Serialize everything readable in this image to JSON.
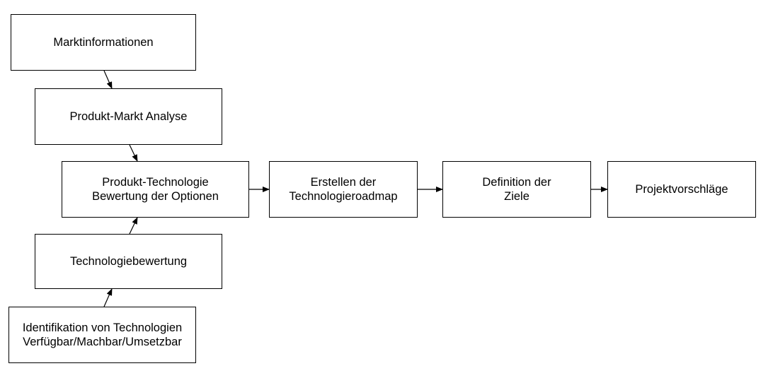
{
  "diagram": {
    "nodes": [
      {
        "id": "b1",
        "label": "Marktinformationen"
      },
      {
        "id": "b2",
        "label": "Produkt-Markt Analyse"
      },
      {
        "id": "b3",
        "label": "Produkt-Technologie\nBewertung der Optionen"
      },
      {
        "id": "b4",
        "label": "Technologiebewertung"
      },
      {
        "id": "b5",
        "label": "Identifikation von Technologien\nVerfügbar/Machbar/Umsetzbar"
      },
      {
        "id": "b6",
        "label": "Erstellen der\nTechnologieroadmap"
      },
      {
        "id": "b7",
        "label": "Definition der\nZiele"
      },
      {
        "id": "b8",
        "label": "Projektvorschläge"
      }
    ],
    "edges": [
      {
        "from": "b1",
        "to": "b2"
      },
      {
        "from": "b2",
        "to": "b3"
      },
      {
        "from": "b4",
        "to": "b3"
      },
      {
        "from": "b5",
        "to": "b4"
      },
      {
        "from": "b3",
        "to": "b6"
      },
      {
        "from": "b6",
        "to": "b7"
      },
      {
        "from": "b7",
        "to": "b8"
      }
    ]
  }
}
